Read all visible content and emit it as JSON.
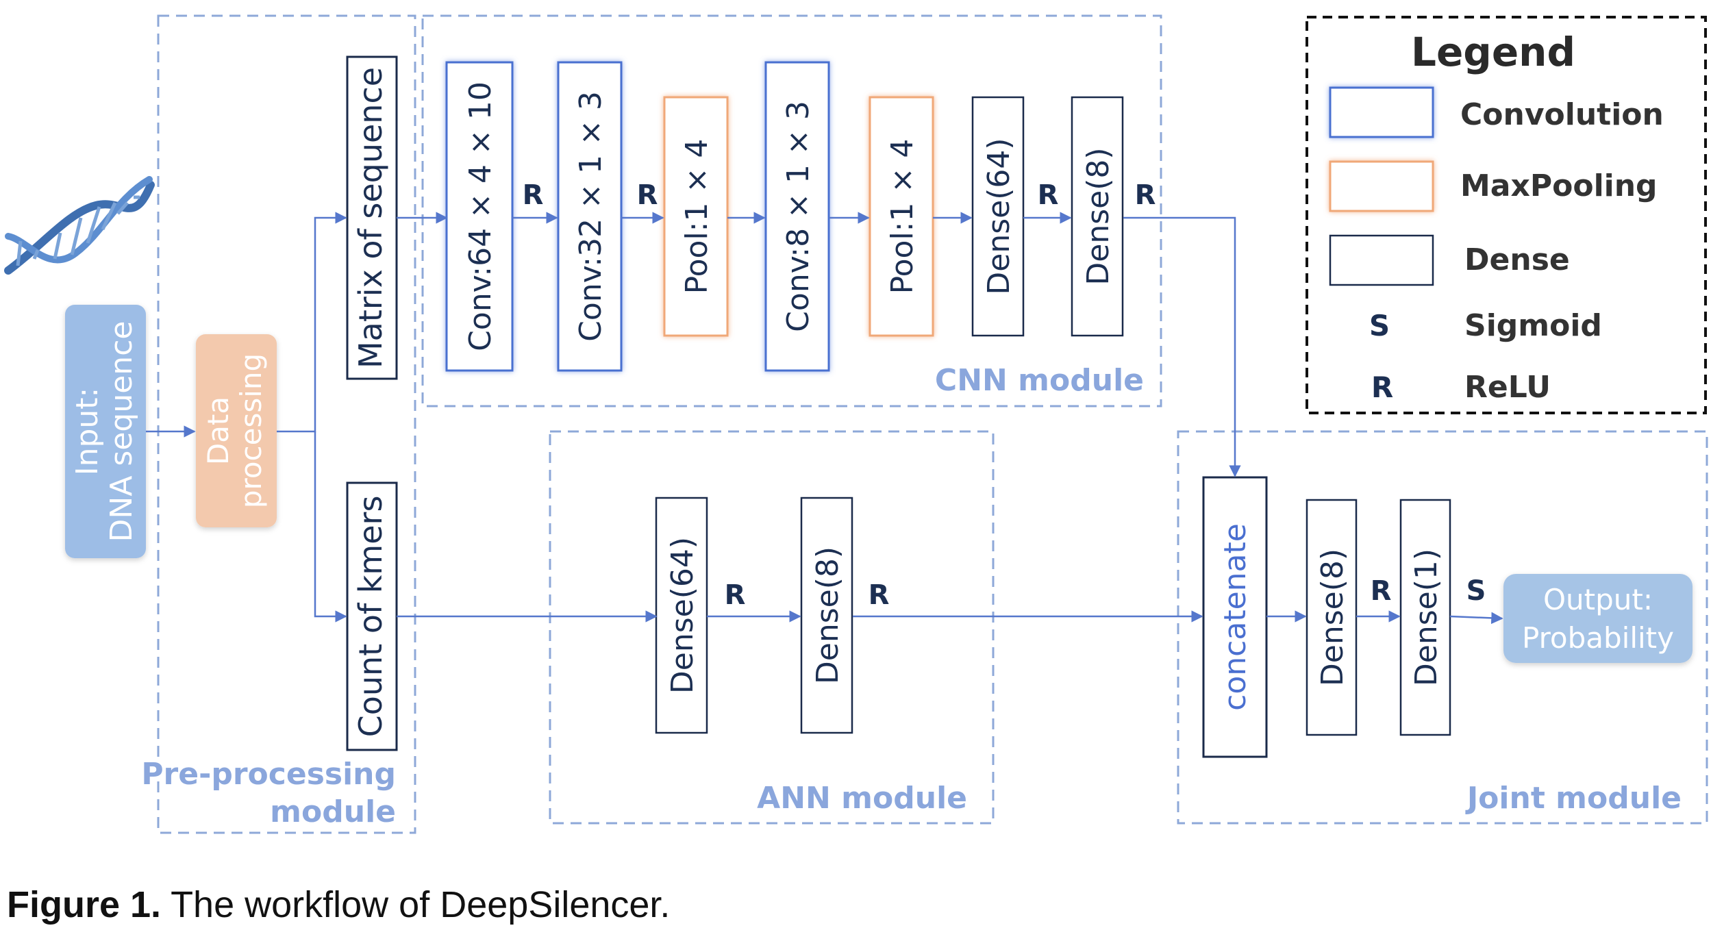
{
  "input": {
    "line1": "Input:",
    "line2": "DNA sequence"
  },
  "data_processing": {
    "line1": "Data",
    "line2": "processing"
  },
  "matrix": "Matrix of sequence",
  "kmers": "Count of kmers",
  "preprocessing": {
    "line1": "Pre-processing",
    "line2": "module"
  },
  "cnn": {
    "label": "CNN module",
    "layers": [
      "Conv:64 × 4 × 10",
      "Conv:32 × 1 × 3",
      "Pool:1 × 4",
      "Conv:8 × 1 × 3",
      "Pool:1 × 4",
      "Dense(64)",
      "Dense(8)"
    ]
  },
  "ann": {
    "label": "ANN module",
    "layers": [
      "Dense(64)",
      "Dense(8)"
    ]
  },
  "joint": {
    "label": "Joint module",
    "concat": "concatenate",
    "layers": [
      "Dense(8)",
      "Dense(1)"
    ]
  },
  "output": {
    "line1": "Output:",
    "line2": "Probability"
  },
  "activations": {
    "relu": "R",
    "sigmoid": "S"
  },
  "legend": {
    "title": "Legend",
    "items": [
      "Convolution",
      "MaxPooling",
      "Dense",
      "Sigmoid",
      "ReLU"
    ],
    "symbols": [
      "S",
      "R"
    ]
  },
  "caption": {
    "bold": "Figure 1.",
    "text": " The workflow of DeepSilencer."
  },
  "colors": {
    "conv": "#4a6fd0",
    "pool": "#f0a878",
    "dense": "#1a2a4a",
    "module_border": "#8ea8d8",
    "module_text": "#8aa6dc",
    "arrow": "#5577cc",
    "input_fill": "#9dbde6",
    "processing_fill": "#f3c9ad",
    "output_fill": "#a6c4e6",
    "dark_text": "#1c2f52"
  }
}
